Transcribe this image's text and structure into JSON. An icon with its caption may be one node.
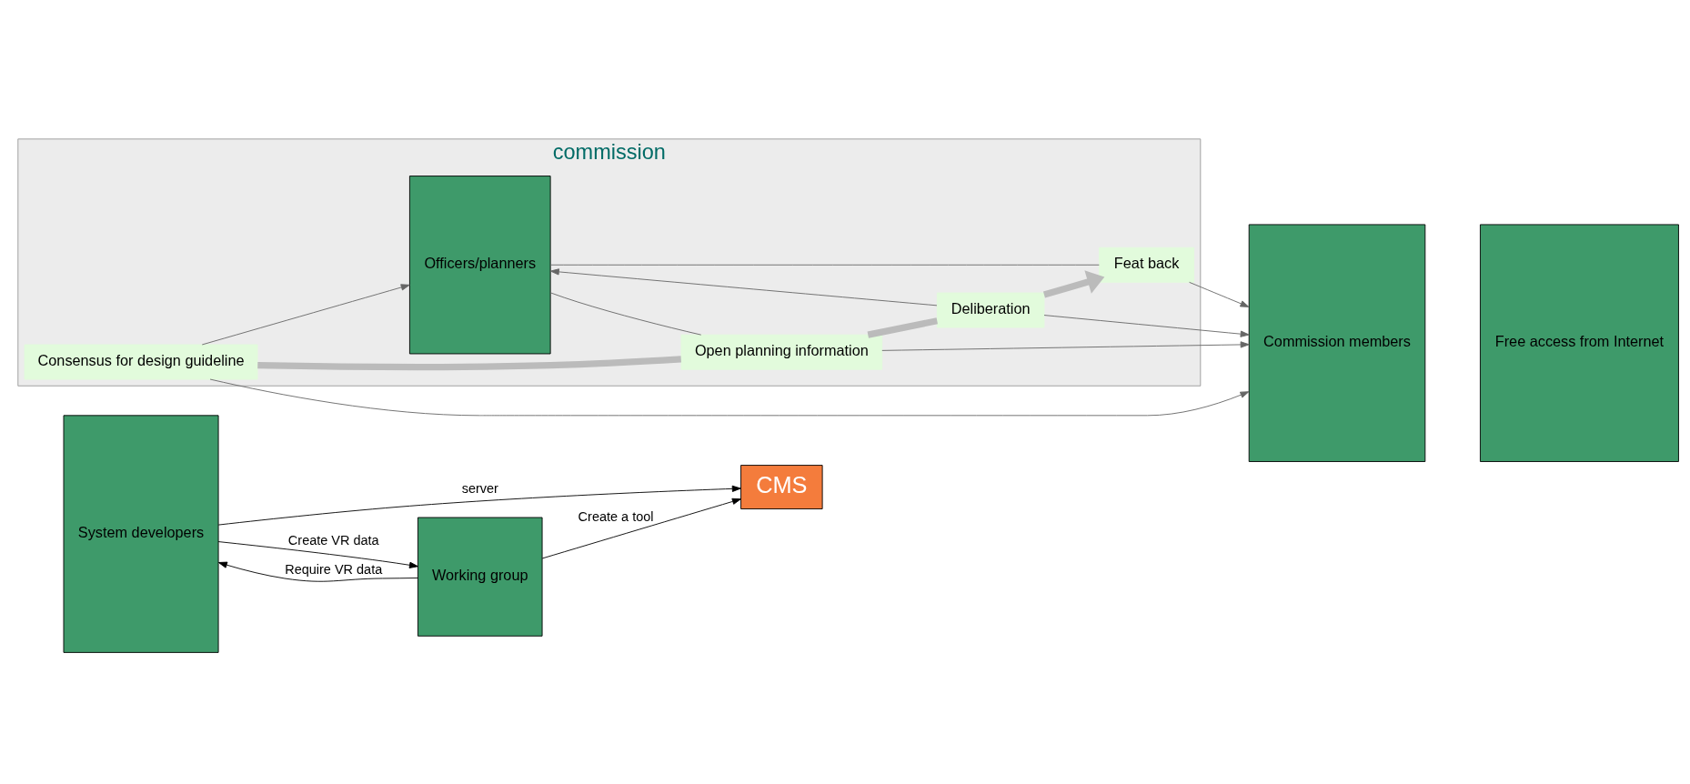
{
  "diagram": {
    "nodes": [
      {
        "text": [
          "System developers"
        ]
      },
      {
        "text": [
          "CMS"
        ]
      },
      {
        "text": [
          "commission"
        ]
      },
      {
        "text": [
          "Officers/planners"
        ],
        "in": 2
      },
      {
        "text": [
          "Consensus for design guideline"
        ],
        "in": 2
      },
      {
        "text": [
          "Open planning information"
        ],
        "in": 2
      },
      {
        "text": [
          "Deliberation"
        ],
        "in": 2
      },
      {
        "text": [
          "Feat back"
        ],
        "in": 2
      },
      {
        "text": [
          "Working group"
        ]
      },
      {
        "text": [
          "Commission members"
        ]
      },
      {
        "text": [
          "Free access from Internet"
        ]
      }
    ],
    "edges": [
      {
        "from": 0,
        "to": 1,
        "arrow": "to",
        "label": "server",
        "color": "#000000"
      },
      {
        "from": 8,
        "to": 1,
        "arrow": "to",
        "label": "Create a tool",
        "color": "#000000"
      },
      {
        "from": 8,
        "to": 0,
        "arrow": "to",
        "label": "Require VR data",
        "color": "#000000"
      },
      {
        "from": 0,
        "to": 8,
        "arrow": "to",
        "label": "Create VR data",
        "color": "#000000"
      },
      {
        "from": 4,
        "to": 3,
        "arrow": "to",
        "color": "#666666"
      },
      {
        "from": 4,
        "to": 9,
        "arrow": "to",
        "color": "#666666"
      },
      {
        "from": 3,
        "to": 5,
        "arrow": "none",
        "color": "#666666"
      },
      {
        "from": 5,
        "to": 9,
        "arrow": "to",
        "color": "#666666"
      },
      {
        "from": 6,
        "to": 3,
        "arrow": "to",
        "color": "#666666"
      },
      {
        "from": 6,
        "to": 9,
        "arrow": "to",
        "color": "#666666"
      },
      {
        "from": 3,
        "to": 7,
        "arrow": "none",
        "color": "#666666"
      },
      {
        "from": 7,
        "to": 9,
        "arrow": "to",
        "color": "#666666"
      },
      {
        "from": 4,
        "to": 5,
        "arrow": "none",
        "style": "thick",
        "color": "#bbbbbb"
      },
      {
        "from": 5,
        "to": 6,
        "arrow": "none",
        "style": "thick",
        "color": "#bbbbbb"
      },
      {
        "from": 6,
        "to": 7,
        "arrow": "to",
        "style": "thick",
        "color": "#bbbbbb"
      }
    ]
  }
}
